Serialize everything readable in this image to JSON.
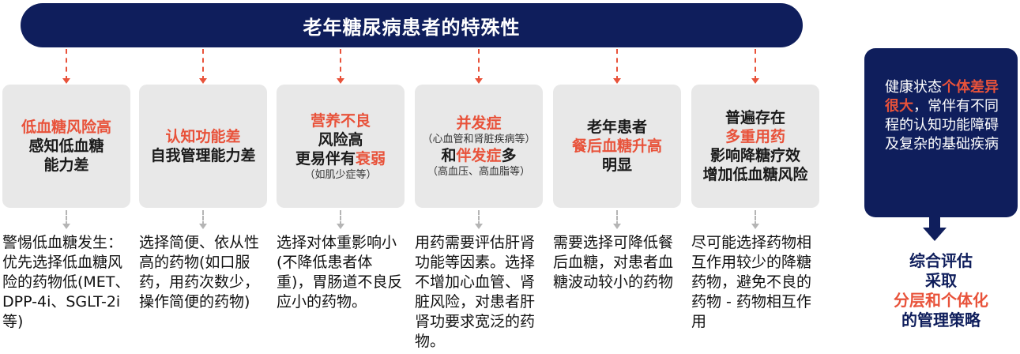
{
  "title": "老年糖尿病患者的特殊性",
  "columns": [
    {
      "box_lines": [
        {
          "text": "低血糖风险高",
          "red": true
        },
        {
          "text": "感知低血糖",
          "red": false
        },
        {
          "text": "能力差",
          "red": false
        }
      ],
      "desc": "警惕低血糖发生：优先选择低血糖风险的药物低(MET、DPP-4i、SGLT-2i等)"
    },
    {
      "box_lines": [
        {
          "text": "认知功能差",
          "red": true
        },
        {
          "text": "自我管理能力差",
          "red": false
        }
      ],
      "desc": "选择简便、依从性高的药物(如口服药，用药次数少，操作简便的药物)"
    },
    {
      "box_lines": [
        {
          "text": "营养不良",
          "red": true
        },
        {
          "text": "风险高",
          "red": false
        },
        {
          "text_a": "更易伴有",
          "text_b": "衰弱",
          "mixed": true
        },
        {
          "text": "（如肌少症等）",
          "small": true
        }
      ],
      "desc": "选择对体重影响小 (不降低患者体重)，胃肠道不良反应小的药物。"
    },
    {
      "box_lines": [
        {
          "text": "并发症",
          "red": true
        },
        {
          "text": "（心血管和肾脏疾病等）",
          "small": true
        },
        {
          "text_a": "和",
          "text_b": "伴发症",
          "text_c": "多",
          "mixed3": true
        },
        {
          "text": "（高血压、高血脂等）",
          "small": true
        }
      ],
      "desc": "用药需要评估肝肾功能等因素。选择不增加心血管、肾脏风险，对患者肝肾功要求宽泛的药物。"
    },
    {
      "box_lines": [
        {
          "text": "老年患者",
          "red": false
        },
        {
          "text": "餐后血糖升高",
          "red": true
        },
        {
          "text": "明显",
          "red": false
        }
      ],
      "desc": "需要选择可降低餐后血糖，对患者血糖波动较小的药物"
    },
    {
      "box_lines": [
        {
          "text": "普遍存在",
          "red": false
        },
        {
          "text": "多重用药",
          "red": true
        },
        {
          "text": "影响降糖疗效",
          "red": false
        },
        {
          "text": "增加低血糖风险",
          "red": false
        }
      ],
      "desc": "尽可能选择药物相互作用较少的降糖药物，避免不良的药物 - 药物相互作用"
    }
  ],
  "side": {
    "prefix": "健康状态",
    "red": "个体差异很大",
    "suffix": "，常伴有不同程的认知功能障碍及复杂的基础疾病"
  },
  "conclusion": {
    "line1": "综合评估",
    "line2": "采取",
    "line3": "分层和个体化",
    "line4": "的管理策略"
  }
}
